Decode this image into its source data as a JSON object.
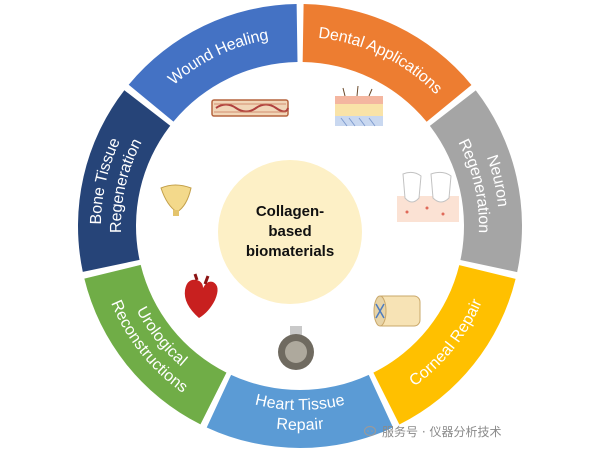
{
  "center": {
    "line1": "Collagen-",
    "line2": "based",
    "line3": "biomaterials"
  },
  "segments": [
    {
      "label": [
        "Wound Healing"
      ],
      "color": "#4472c4"
    },
    {
      "label": [
        "Dental Applications"
      ],
      "color": "#ed7d31"
    },
    {
      "label": [
        "Neuron",
        "Regeneration"
      ],
      "color": "#a5a5a5"
    },
    {
      "label": [
        "Corneal Repair"
      ],
      "color": "#ffc000"
    },
    {
      "label": [
        "Heart Tissue",
        "Repair"
      ],
      "color": "#5b9bd5"
    },
    {
      "label": [
        "Urological",
        "Reconstructions"
      ],
      "color": "#70ad47"
    },
    {
      "label": [
        "Bone Tissue",
        "Regeneration"
      ],
      "color": "#264478"
    }
  ],
  "illustrations": [
    "skin-icon",
    "tooth-icon",
    "nerve-conduit-icon",
    "cornea-icon",
    "heart-icon",
    "bladder-icon",
    "bone-icon"
  ],
  "watermark": {
    "icon": "chat-bubble-icon",
    "text": "服务号 · 仪器分析技术"
  }
}
